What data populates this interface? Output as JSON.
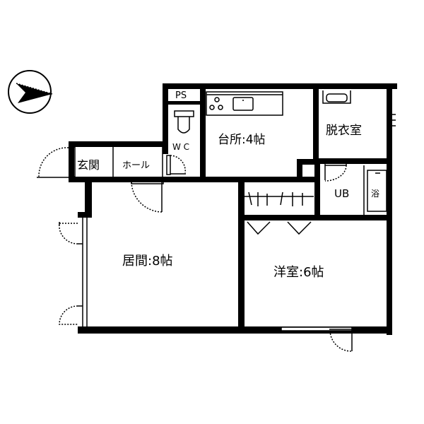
{
  "plan": {
    "compass": {
      "direction": "north-arrow"
    },
    "rooms": {
      "living": {
        "label": "居間:8帖"
      },
      "western": {
        "label": "洋室:6帖"
      },
      "kitchen": {
        "label": "台所:4帖"
      },
      "changing": {
        "label": "脱衣室"
      },
      "bath": {
        "label": "UB"
      },
      "tub": {
        "label": "浴"
      },
      "wc": {
        "label": "W C"
      },
      "ps": {
        "label": "PS"
      },
      "entrance": {
        "label": "玄関"
      },
      "hall": {
        "label": "ホール"
      }
    }
  }
}
